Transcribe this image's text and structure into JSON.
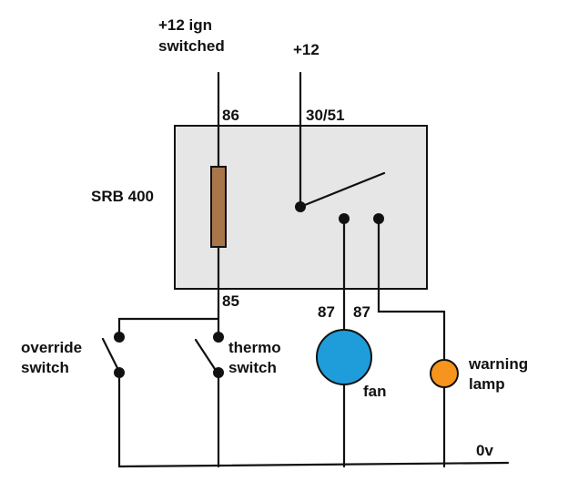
{
  "labels": {
    "ign_line1": "+12 ign",
    "ign_line2": "switched",
    "plus12": "+12",
    "pin86": "86",
    "pin3051": "30/51",
    "relay_name": "SRB 400",
    "pin85": "85",
    "pin87a": "87",
    "pin87b": "87",
    "override_line1": "override",
    "override_line2": "switch",
    "thermo_line1": "thermo",
    "thermo_line2": "switch",
    "fan": "fan",
    "lamp_line1": "warning",
    "lamp_line2": "lamp",
    "ground": "0v"
  },
  "colors": {
    "relay_box": "#e6e6e6",
    "coil": "#a8764a",
    "fan": "#1f9ddb",
    "warning_lamp": "#f7941d",
    "wire": "#111111"
  }
}
